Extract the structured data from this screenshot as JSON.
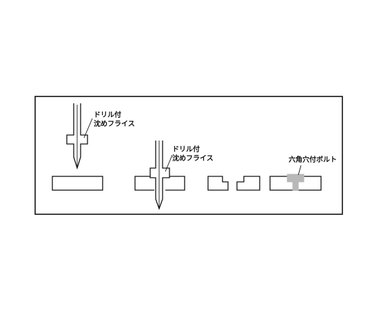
{
  "labels": {
    "tool1_line1": "ドリル付",
    "tool1_line2": "沈めフライス",
    "tool2_line1": "ドリル付",
    "tool2_line2": "沈めフライス",
    "bolt": "六角穴付ボルト"
  },
  "colors": {
    "stroke": "#111111",
    "background": "#ffffff",
    "bolt_fill": "#b8b8b8"
  }
}
